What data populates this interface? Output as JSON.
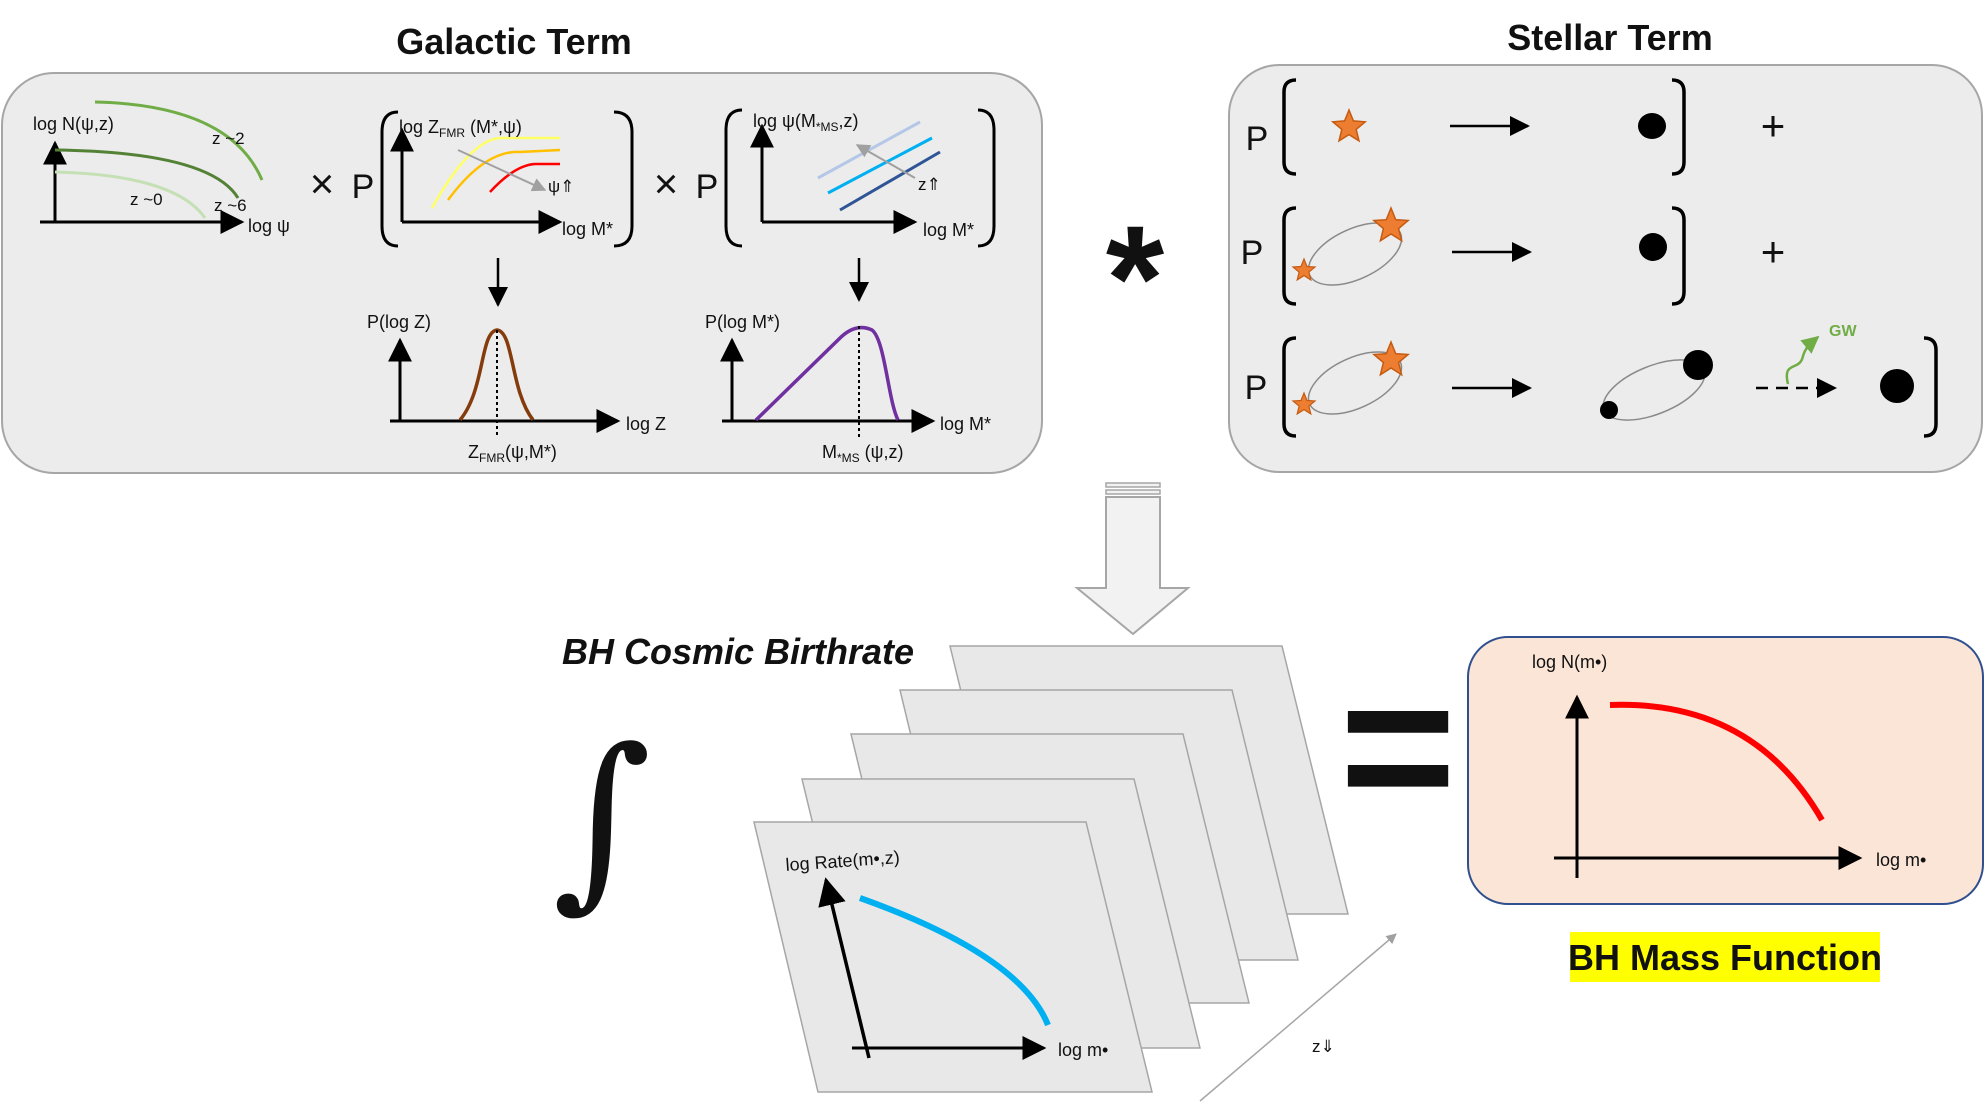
{
  "galactic": {
    "title": "Galactic Term",
    "gsmf": {
      "ylabel": "log N(ψ,z)",
      "xlabel": "log ψ",
      "z2": "z ~2",
      "z0": "z ~0",
      "z6": "z ~6"
    },
    "times1": "×",
    "p1": "P",
    "fmr": {
      "ylabel_pre": "log Z",
      "ylabel_sub": "FMR",
      "ylabel_post": " (M*,ψ)",
      "arrow": "ψ⇑",
      "xlabel": "log M*"
    },
    "times2": "×",
    "p2": "P",
    "ms": {
      "ylabel_pre": "log ψ(M",
      "ylabel_sub": "*MS",
      "ylabel_post": ",z)",
      "arrow": "z⇑",
      "xlabel": "log M*"
    },
    "pz": {
      "ylabel": "P(log Z)",
      "xlabel": "log Z",
      "tick_pre": "Z",
      "tick_sub": "FMR",
      "tick_post": "(ψ,M*)"
    },
    "pm": {
      "ylabel": "P(log M*)",
      "xlabel": "log M*",
      "tick_pre": "M",
      "tick_sub": "*MS",
      "tick_post": " (ψ,z)"
    }
  },
  "convolution": "*",
  "stellar": {
    "title": "Stellar Term",
    "rows": [
      {
        "p": "P",
        "op": "+"
      },
      {
        "p": "P",
        "op": "+"
      },
      {
        "p": "P",
        "gw": "GW"
      }
    ]
  },
  "birthrate": {
    "title": "BH Cosmic Birthrate",
    "integral": "∫",
    "ylabel": "log Rate(m•,z)",
    "xlabel": "log m•",
    "z_axis": "z⇓"
  },
  "equals": "=",
  "massfunction": {
    "ylabel": "log N(m•)",
    "xlabel": "log m•",
    "title": "BH Mass Function"
  },
  "colors": {
    "panel_fill": "#ececec",
    "panel_stroke": "#a6a6a6",
    "star": "#ed7d31",
    "bh_curve": "#ff0000",
    "rate_curve": "#00b0f0",
    "mf_fill": "#fbe5d6",
    "mf_stroke": "#2f4f8f",
    "highlight": "#ffff00",
    "gw": "#70ad47",
    "pz_curve": "#843c0c",
    "pm_curve": "#7030a0"
  }
}
